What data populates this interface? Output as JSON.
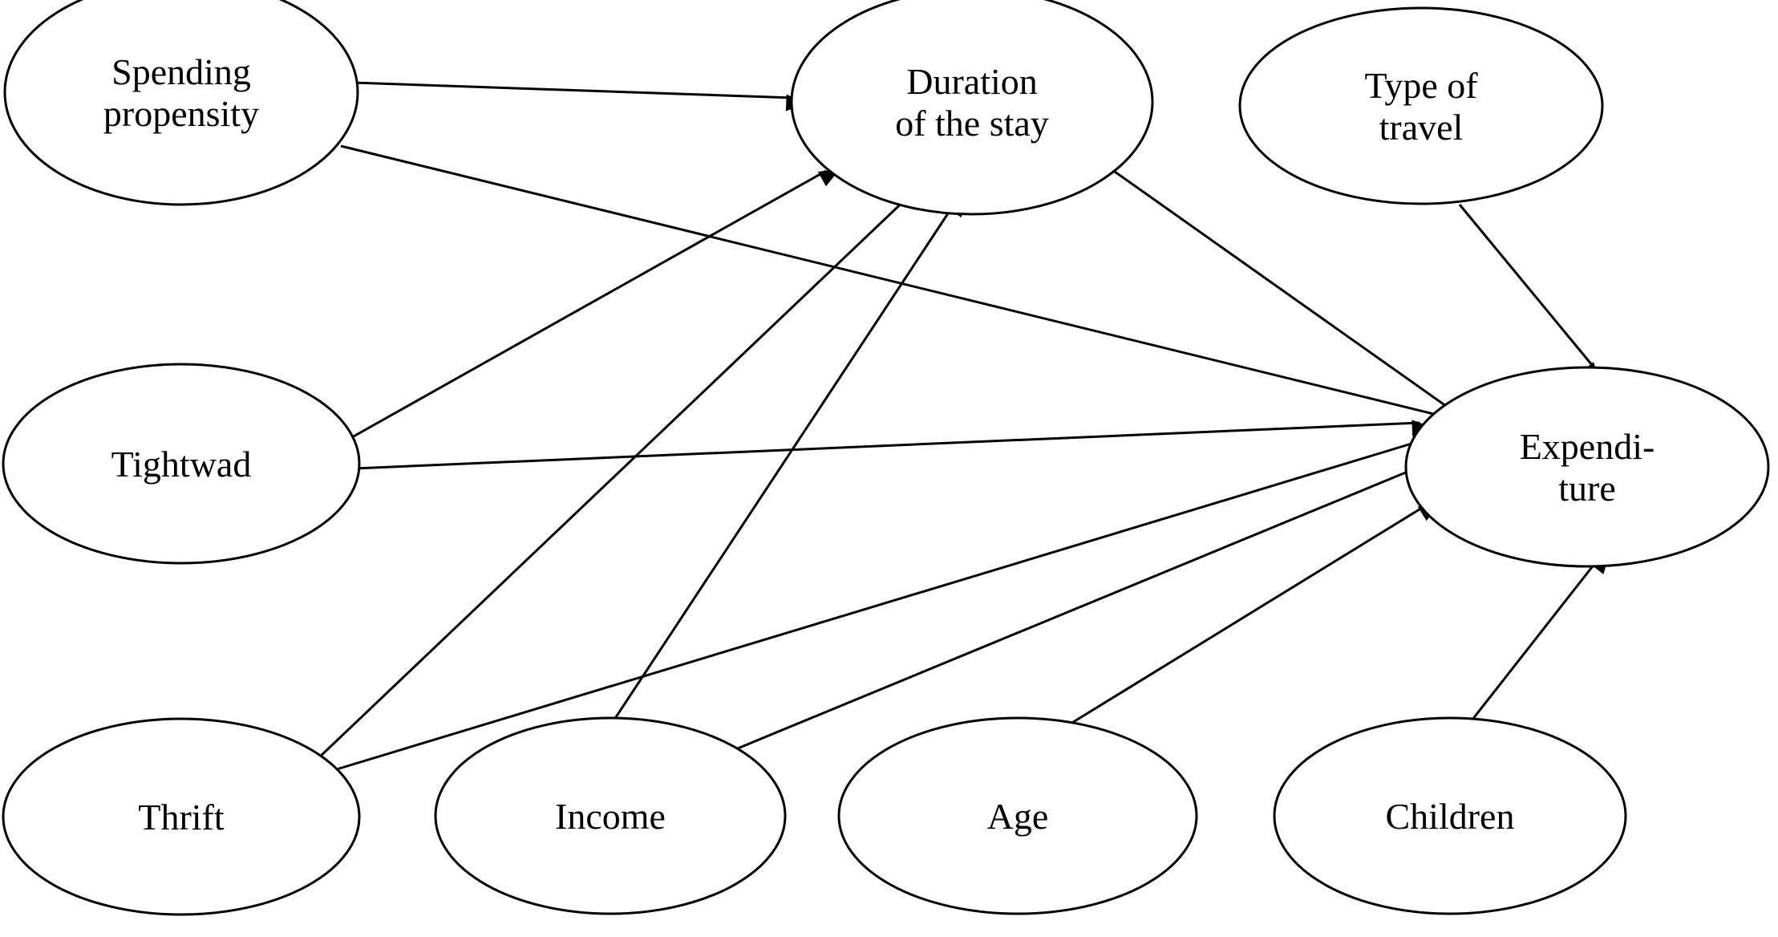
{
  "diagram": {
    "nodes": [
      {
        "id": "spending",
        "lines": [
          "Spending",
          "propensity"
        ]
      },
      {
        "id": "duration",
        "lines": [
          "Duration",
          "of the stay"
        ]
      },
      {
        "id": "travel",
        "lines": [
          "Type of",
          "travel"
        ]
      },
      {
        "id": "tightwad",
        "lines": [
          "Tightwad"
        ]
      },
      {
        "id": "expenditure",
        "lines": [
          "Expendi-",
          "ture"
        ]
      },
      {
        "id": "thrift",
        "lines": [
          "Thrift"
        ]
      },
      {
        "id": "income",
        "lines": [
          "Income"
        ]
      },
      {
        "id": "age",
        "lines": [
          "Age"
        ]
      },
      {
        "id": "children",
        "lines": [
          "Children"
        ]
      }
    ],
    "edges": [
      {
        "from": "spending",
        "to": "duration"
      },
      {
        "from": "spending",
        "to": "expenditure"
      },
      {
        "from": "tightwad",
        "to": "duration"
      },
      {
        "from": "tightwad",
        "to": "expenditure"
      },
      {
        "from": "thrift",
        "to": "duration"
      },
      {
        "from": "thrift",
        "to": "expenditure"
      },
      {
        "from": "income",
        "to": "duration"
      },
      {
        "from": "income",
        "to": "expenditure"
      },
      {
        "from": "age",
        "to": "expenditure"
      },
      {
        "from": "children",
        "to": "expenditure"
      },
      {
        "from": "duration",
        "to": "expenditure"
      },
      {
        "from": "travel",
        "to": "expenditure"
      }
    ]
  }
}
